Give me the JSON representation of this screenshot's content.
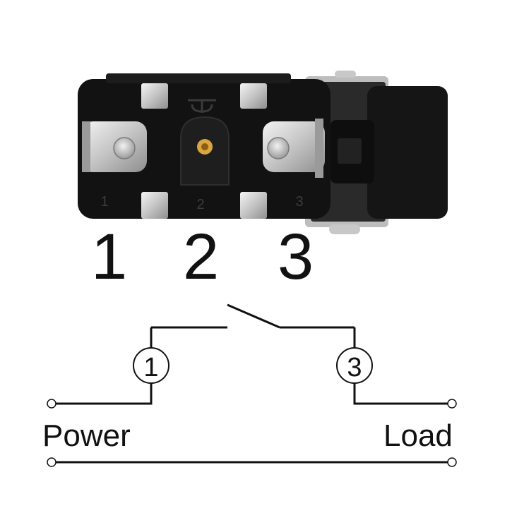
{
  "photo": {
    "embossed_terminal_numbers": [
      "1",
      "2",
      "3"
    ]
  },
  "terminal_numbers": [
    "1",
    "2",
    "3"
  ],
  "schematic": {
    "terminal_left": "1",
    "terminal_right": "3",
    "label_left": "Power",
    "label_right": "Load"
  }
}
